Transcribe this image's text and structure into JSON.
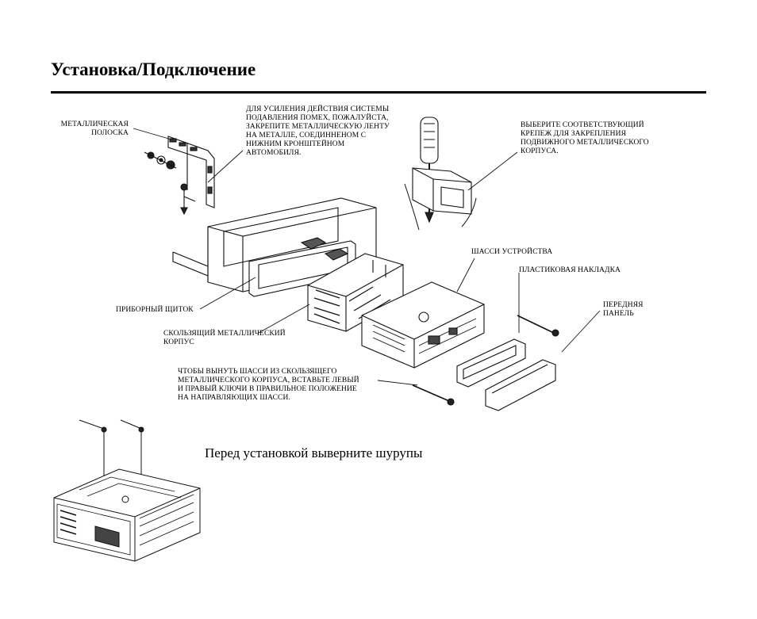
{
  "page": {
    "title": "Установка/Подключение",
    "note": "Перед установкой выверните шурупы"
  },
  "labels": {
    "metal_strip": "МЕТАЛЛИЧЕСКАЯ\nПОЛОСКА",
    "noise_note": "ДЛЯ УСИЛЕНИЯ ДЕЙСТВИЯ СИСТЕМЫ\nПОДАВЛЕНИЯ ПОМЕХ, ПОЖАЛУЙСТА,\nЗАКРЕПИТЕ МЕТАЛЛИЧЕСКУЮ ЛЕНТУ\nНА МЕТАЛЛЕ, СОЕДИННЕНОМ С\nНИЖНИМ КРОНШТЕЙНОМ\nАВТОМОБИЛЯ.",
    "fastener_note": "ВЫБЕРИТЕ СООТВЕТСТВУЮЩИЙ\nКРЕПЕЖ ДЛЯ ЗАКРЕПЛЕНИЯ\nПОДВИЖНОГО МЕТАЛЛИЧЕСКОГО\nКОРПУСА.",
    "chassis": "ШАССИ УСТРОЙСТВА",
    "plastic_trim": "ПЛАСТИКОВАЯ НАКЛАДКА",
    "front_panel": "ПЕРЕДНЯЯ\nПАНЕЛЬ",
    "dashboard": "ПРИБОРНЫЙ ЩИТОК",
    "sliding_case": "СКОЛЬЗЯЩИЙ МЕТАЛЛИЧЕСКИЙ\nКОРПУС",
    "remove_chassis": "ЧТОБЫ ВЫНУТЬ ШАССИ ИЗ СКОЛЬЗЯЩЕГО\nМЕТАЛЛИЧЕСКОГО КОРПУСА, ВСТАВЬТЕ ЛЕВЫЙ\nИ ПРАВЫЙ КЛЮЧИ В ПРАВИЛЬНОЕ ПОЛОЖЕНИЕ\nНА НАПРАВЛЯЮЩИХ ШАССИ."
  }
}
